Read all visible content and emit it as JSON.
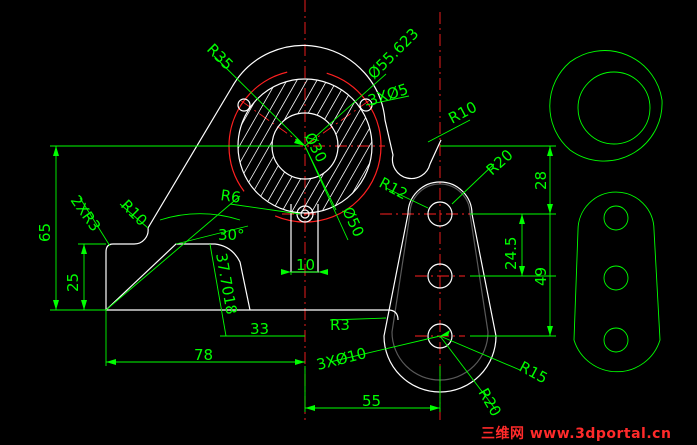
{
  "dimensions": {
    "r35": "R35",
    "dia55": "Ø55.623",
    "holes3": "3XØ5",
    "r10_top": "R10",
    "dia30": "Ø30",
    "r20": "R20",
    "d28": "28",
    "r12": "R12",
    "r6": "R6",
    "dia50": "Ø50",
    "d65": "65",
    "r3x2": "2XR3",
    "r10_left": "R10",
    "a30": "30°",
    "d24_5": "24.5",
    "d49": "49",
    "d10": "10",
    "d25": "25",
    "d37": "37.7018",
    "d33": "33",
    "r3": "R3",
    "d78": "78",
    "holes10": "3XØ10",
    "r15": "R15",
    "d55": "55",
    "r20b": "R20"
  },
  "watermark": "三维网 www.3dportal.cn"
}
